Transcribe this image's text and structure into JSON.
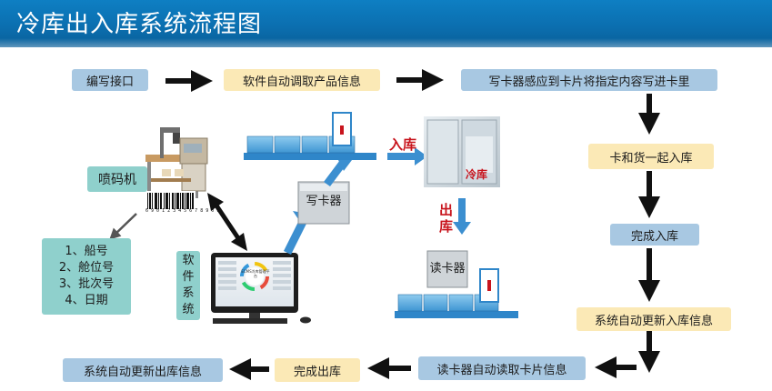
{
  "title": "冷库出入库系统流程图",
  "flow_top": {
    "step1": "编写接口",
    "step2": "软件自动调取产品信息",
    "step3": "写卡器感应到卡片将指定内容写进卡里"
  },
  "flow_right": {
    "step4": "卡和货一起入库",
    "step5": "完成入库",
    "step6": "系统自动更新入库信息"
  },
  "flow_bottom": {
    "step7": "读卡器自动读取卡片信息",
    "step8": "完成出库",
    "step9": "系统自动更新出库信息"
  },
  "equipment": {
    "printer_label": "喷码机",
    "writer_label": "写卡器",
    "reader_label": "读卡器",
    "software_label": [
      "软",
      "件",
      "系",
      "统"
    ],
    "barcode_digits": "6 9 0 1 2 3 4 5 6 7 8 9 0 1",
    "coldroom_text": "冷库",
    "monitor_text": "ECMS冷库管理平台"
  },
  "info_list": [
    "1、船号",
    "2、舱位号",
    "3、批次号",
    "4、日期"
  ],
  "labels": {
    "in": "入库",
    "out": [
      "出",
      "库"
    ]
  },
  "colors": {
    "header": "#0b6fb0",
    "box_blue": "#a8c8e2",
    "box_yellow": "#fbe9b6",
    "box_teal": "#8fd0cc",
    "accent_red": "#c8141d",
    "arrow_blue": "#3c8fd0"
  }
}
